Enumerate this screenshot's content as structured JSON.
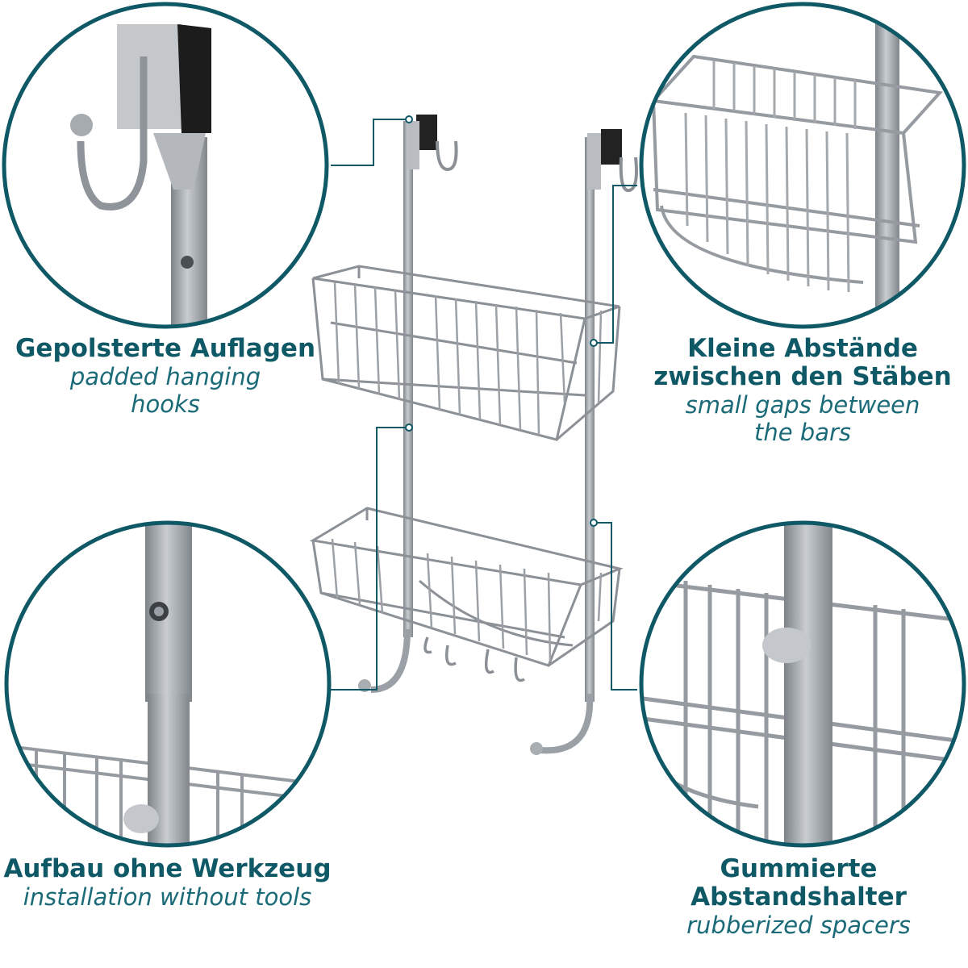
{
  "labels": {
    "top_left": {
      "de": "Gepolsterte Auflagen",
      "en_1": "padded hanging",
      "en_2": "hooks"
    },
    "top_right": {
      "de_1": "Kleine Abstände",
      "de_2": "zwischen den Stäben",
      "en_1": "small gaps between",
      "en_2": "the bars"
    },
    "bottom_left": {
      "de": "Aufbau ohne Werkzeug",
      "en": "installation without tools"
    },
    "bottom_right": {
      "de_1": "Gummierte",
      "de_2": "Abstandshalter",
      "en": "rubberized spacers"
    }
  },
  "colors": {
    "accent": "#0f5866",
    "circle_border": "#0f5866",
    "metal": "#9aa0a6",
    "metal_dark": "#6d7378"
  }
}
